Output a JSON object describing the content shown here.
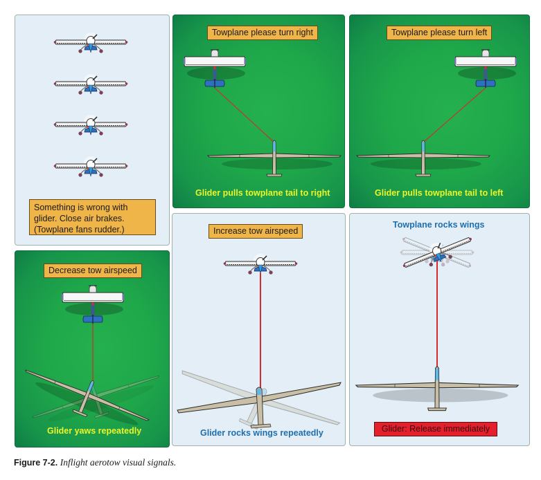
{
  "figure": {
    "number": "Figure 7-2.",
    "description": "Inflight aerotow visual signals."
  },
  "colors": {
    "label_box": "#f0b548",
    "release_box": "#e3202b",
    "green_panel": "#1fa84a",
    "light_panel": "#e3eef6",
    "yellow_caption": "#ecf52a",
    "blue_caption": "#1e6fae",
    "tow_rope": "#d42a2a"
  },
  "panels": [
    {
      "id": "fans-rudder",
      "theme": "light",
      "label": "Something is wrong with glider. Close air brakes. (Towplane fans rudder.)",
      "caption": ""
    },
    {
      "id": "turn-right",
      "theme": "green",
      "label": "Towplane please turn right",
      "caption": "Glider pulls towplane tail to right"
    },
    {
      "id": "turn-left",
      "theme": "green",
      "label": "Towplane please turn left",
      "caption": "Glider pulls towplane tail to left"
    },
    {
      "id": "decrease-airspeed",
      "theme": "green",
      "label": "Decrease tow airspeed",
      "caption": "Glider yaws repeatedly"
    },
    {
      "id": "increase-airspeed",
      "theme": "light",
      "label": "Increase tow airspeed",
      "caption": "Glider rocks wings repeatedly"
    },
    {
      "id": "release-immediately",
      "theme": "light",
      "label": "Glider: Release immediately",
      "caption": "Towplane rocks wings"
    }
  ]
}
